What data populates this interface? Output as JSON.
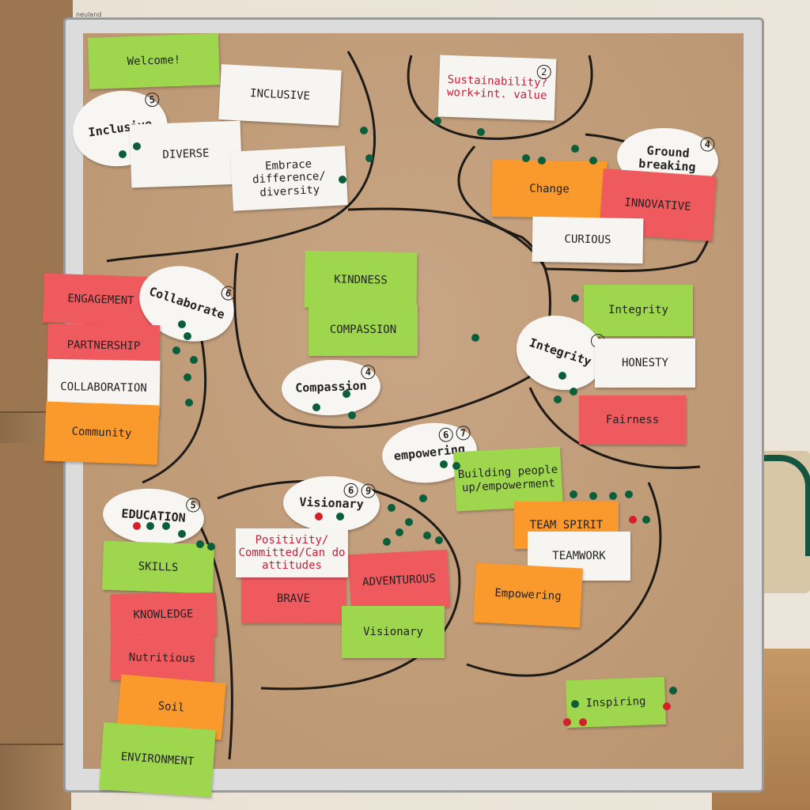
{
  "board": {
    "brand": "neuland",
    "notes": [
      {
        "text": "Welcome!",
        "color": "green"
      },
      {
        "text": "INCLUSIVE",
        "color": "white"
      },
      {
        "text": "Inclusive",
        "color": "oval",
        "badges": [
          "5"
        ]
      },
      {
        "text": "DIVERSE",
        "color": "white"
      },
      {
        "text": "Embrace\ndifference/\ndiversity",
        "color": "white"
      },
      {
        "text": "Sustainability?\nwork+int. value",
        "color": "white",
        "badges": [
          "2"
        ]
      },
      {
        "text": "Ground\nbreaking",
        "color": "oval",
        "badges": [
          "4"
        ]
      },
      {
        "text": "Change",
        "color": "orange"
      },
      {
        "text": "INNOVATIVE",
        "color": "red"
      },
      {
        "text": "CURIOUS",
        "color": "white"
      },
      {
        "text": "KINDNESS",
        "color": "green"
      },
      {
        "text": "COMPASSION",
        "color": "green"
      },
      {
        "text": "ENGAGEMENT",
        "color": "red"
      },
      {
        "text": "Collaborate",
        "color": "oval",
        "badges": [
          "6"
        ]
      },
      {
        "text": "PARTNERSHIP",
        "color": "red"
      },
      {
        "text": "COLLABORATION",
        "color": "white"
      },
      {
        "text": "Community",
        "color": "orange"
      },
      {
        "text": "Compassion",
        "color": "oval",
        "badges": [
          "4"
        ]
      },
      {
        "text": "Integrity",
        "color": "green"
      },
      {
        "text": "Integrity",
        "color": "oval",
        "badges": [
          "4"
        ]
      },
      {
        "text": "HONESTY",
        "color": "white"
      },
      {
        "text": "Fairness",
        "color": "red"
      },
      {
        "text": "empowering",
        "color": "oval",
        "badges": [
          "7",
          "6"
        ]
      },
      {
        "text": "Building people\nup/empowerment",
        "color": "green"
      },
      {
        "text": "EDUCATION",
        "color": "oval",
        "badges": [
          "5"
        ]
      },
      {
        "text": "Visionary",
        "color": "oval",
        "badges": [
          "9",
          "6"
        ]
      },
      {
        "text": "TEAM SPIRIT",
        "color": "orange"
      },
      {
        "text": "TEAMWORK",
        "color": "white"
      },
      {
        "text": "SKILLS",
        "color": "green"
      },
      {
        "text": "Positivity/\nCommitted/Can do\nattitudes",
        "color": "white"
      },
      {
        "text": "ADVENTUROUS",
        "color": "red"
      },
      {
        "text": "BRAVE",
        "color": "red"
      },
      {
        "text": "Empowering",
        "color": "orange"
      },
      {
        "text": "KNOWLEDGE",
        "color": "red"
      },
      {
        "text": "Visionary",
        "color": "green"
      },
      {
        "text": "Nutritious",
        "color": "red"
      },
      {
        "text": "Soil",
        "color": "orange"
      },
      {
        "text": "Inspiring",
        "color": "green"
      },
      {
        "text": "ENVIRONMENT",
        "color": "green"
      }
    ]
  }
}
